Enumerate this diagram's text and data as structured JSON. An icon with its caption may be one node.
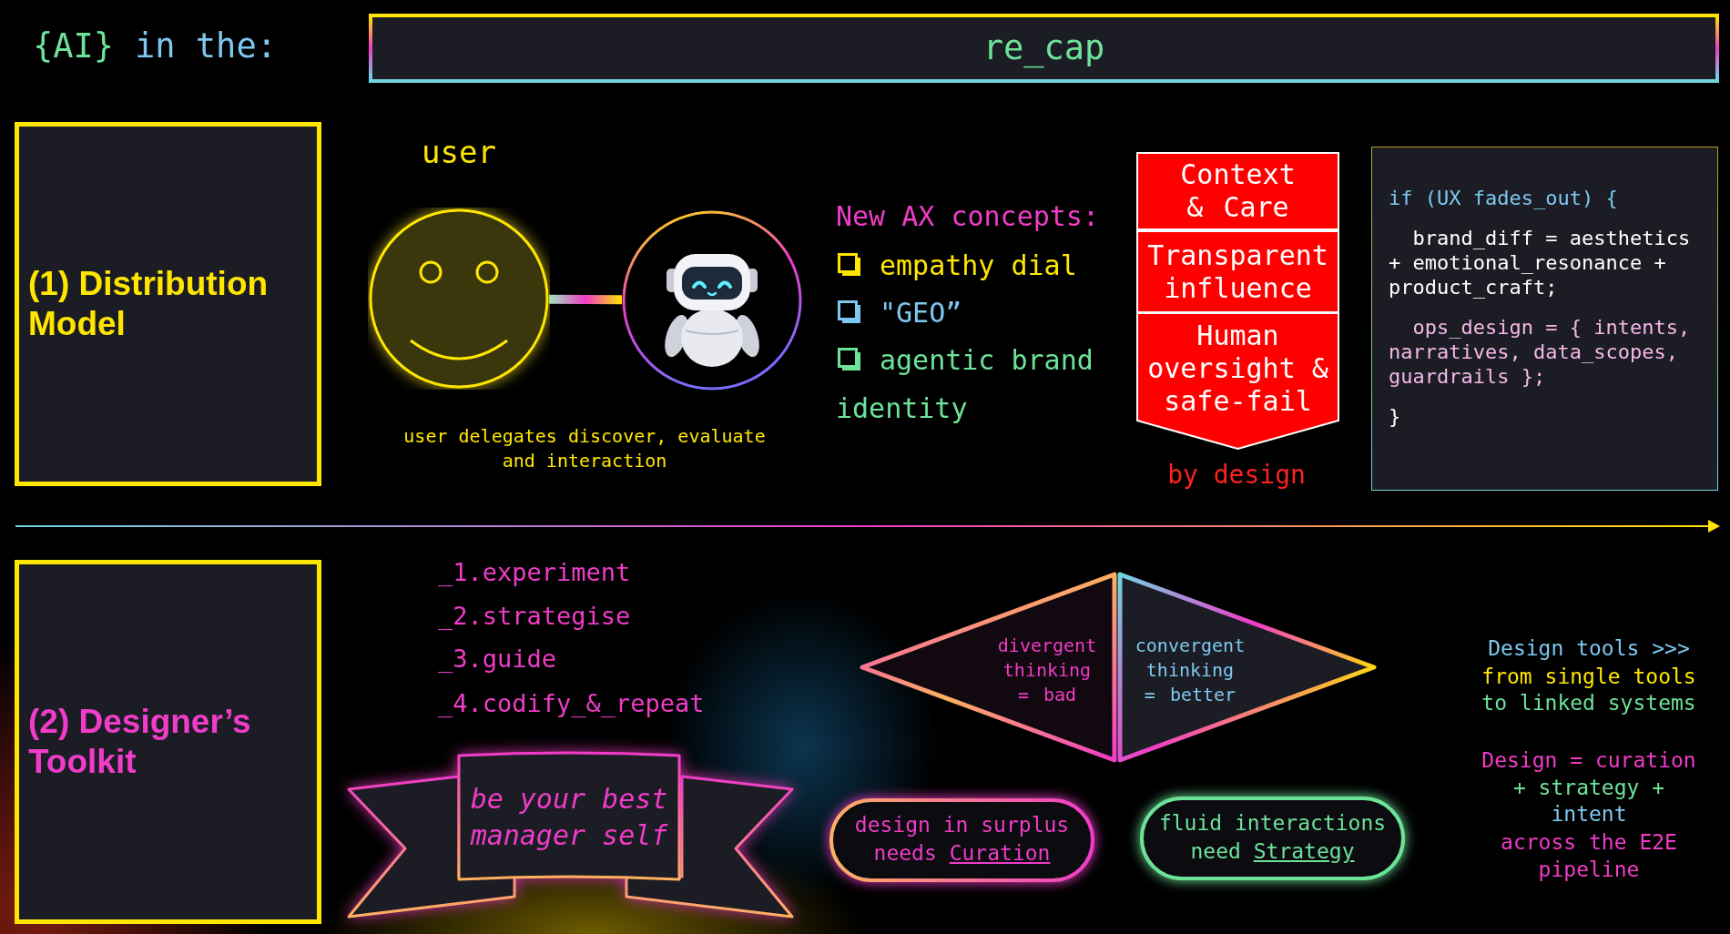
{
  "diagram": {
    "nodes": [
      {
        "text": [
          "re_cap"
        ]
      },
      {
        "text": [
          "(1) Distribution Model"
        ]
      },
      {
        "text": [
          "user"
        ]
      },
      {
        "text": [],
        "shape": "picture"
      },
      {
        "text": [
          "Context & Care"
        ]
      },
      {
        "text": [
          "Transparent influence"
        ]
      },
      {
        "text": [
          "Human oversight & safe-fail"
        ]
      },
      {
        "text": [
          "if (UX fades_out) {",
          "brand_diff = aesthetics + emotional_resonance + product_craft;",
          "ops_design = { intents, narratives, data_scopes, guardrails };",
          "}"
        ]
      },
      {
        "text": [
          "(2) Designer’s Toolkit"
        ]
      },
      {
        "text": [
          "be your best manager self"
        ]
      },
      {
        "text": [
          "divergent thinking = bad"
        ]
      },
      {
        "text": [
          "convergent thinking = better"
        ]
      },
      {
        "text": [
          "design in surplus needs",
          "Curation"
        ]
      },
      {
        "text": [
          "fluid interactions need",
          "Strategy"
        ]
      }
    ],
    "edges": [
      {
        "from": 2,
        "to": 3,
        "arrow": "none",
        "style": "thick"
      }
    ],
    "labels": [
      "{AI}",
      "in the:",
      "user delegates discover, evaluate and interaction",
      "New AX concepts:",
      "empathy dial",
      "\"GEO”",
      "agentic brand identity",
      "by design",
      "_1.experiment",
      "_2.strategise",
      "_3.guide",
      "_4.codify_&_repeat",
      "Design tools >>>",
      "from single tools",
      "to linked systems",
      "Design = curation",
      "+ strategy +",
      "intent",
      "across the E2E",
      "pipeline"
    ]
  }
}
